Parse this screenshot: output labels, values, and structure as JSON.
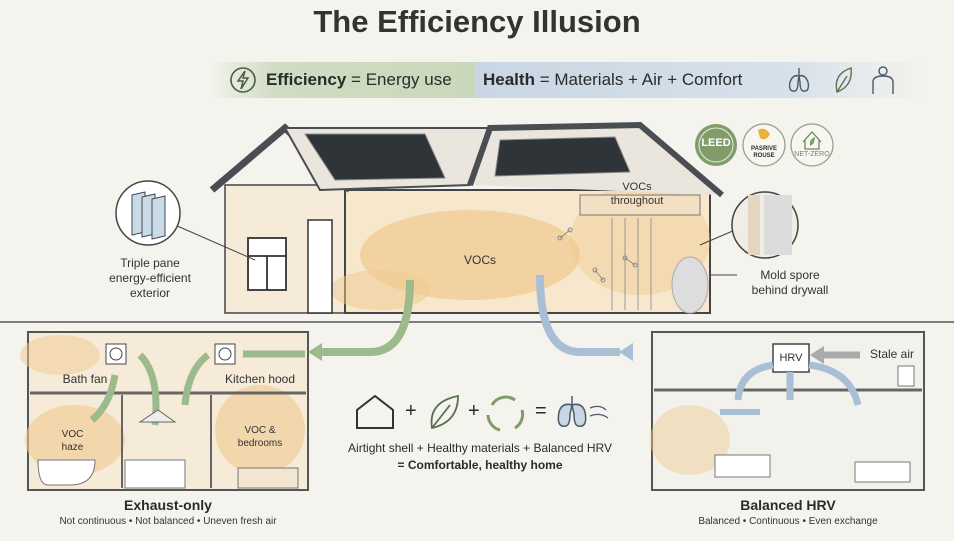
{
  "title": "The Efficiency Illusion",
  "banner": {
    "efficiency_term": "Efficiency",
    "efficiency_rest": "= Energy use",
    "health_term": "Health",
    "health_rest": "= Materials + Air + Comfort",
    "icons": [
      "lightning-bolt-icon",
      "lungs-icon",
      "leaf-icon",
      "body-icon"
    ]
  },
  "badges": {
    "leed": "LEED",
    "passive_house_line1": "PASRIVE",
    "passive_house_line2": "ROUSE",
    "net_zero": "NET-ZERO"
  },
  "house": {
    "vocs_center": "VOCs",
    "vocs_throughout_line1": "VOCs",
    "vocs_throughout_line2": "throughout"
  },
  "callouts": {
    "window_line1": "Triple pane",
    "window_line2": "energy-efficient",
    "window_line3": "exterior",
    "mold_line1": "Mold spore",
    "mold_line2": "behind drywall"
  },
  "exhaust_panel": {
    "bath_fan": "Bath fan",
    "kitchen_hood": "Kitchen hood",
    "voc_haze_line1": "VOC",
    "voc_haze_line2": "haze",
    "voc_bedrooms_line1": "VOC &",
    "voc_bedrooms_line2": "bedrooms",
    "title": "Exhaust-only",
    "subtitle": "Not continuous • Not balanced • Uneven fresh air"
  },
  "hrv_panel": {
    "hrv": "HRV",
    "stale_air": "Stale air",
    "title": "Balanced HRV",
    "subtitle": "Balanced • Continuous • Even exchange"
  },
  "equation": {
    "symbols": [
      "+",
      "+",
      "="
    ],
    "line1": "Airtight shell + Healthy materials + Balanced HRV",
    "line2": "= Comfortable, healthy home"
  },
  "colors": {
    "green": "#8fae7e",
    "blue": "#a9bfd6",
    "voc_orange": "#f0c98f",
    "leed_green": "#7f9c6a",
    "roof": "#4a4d52"
  }
}
